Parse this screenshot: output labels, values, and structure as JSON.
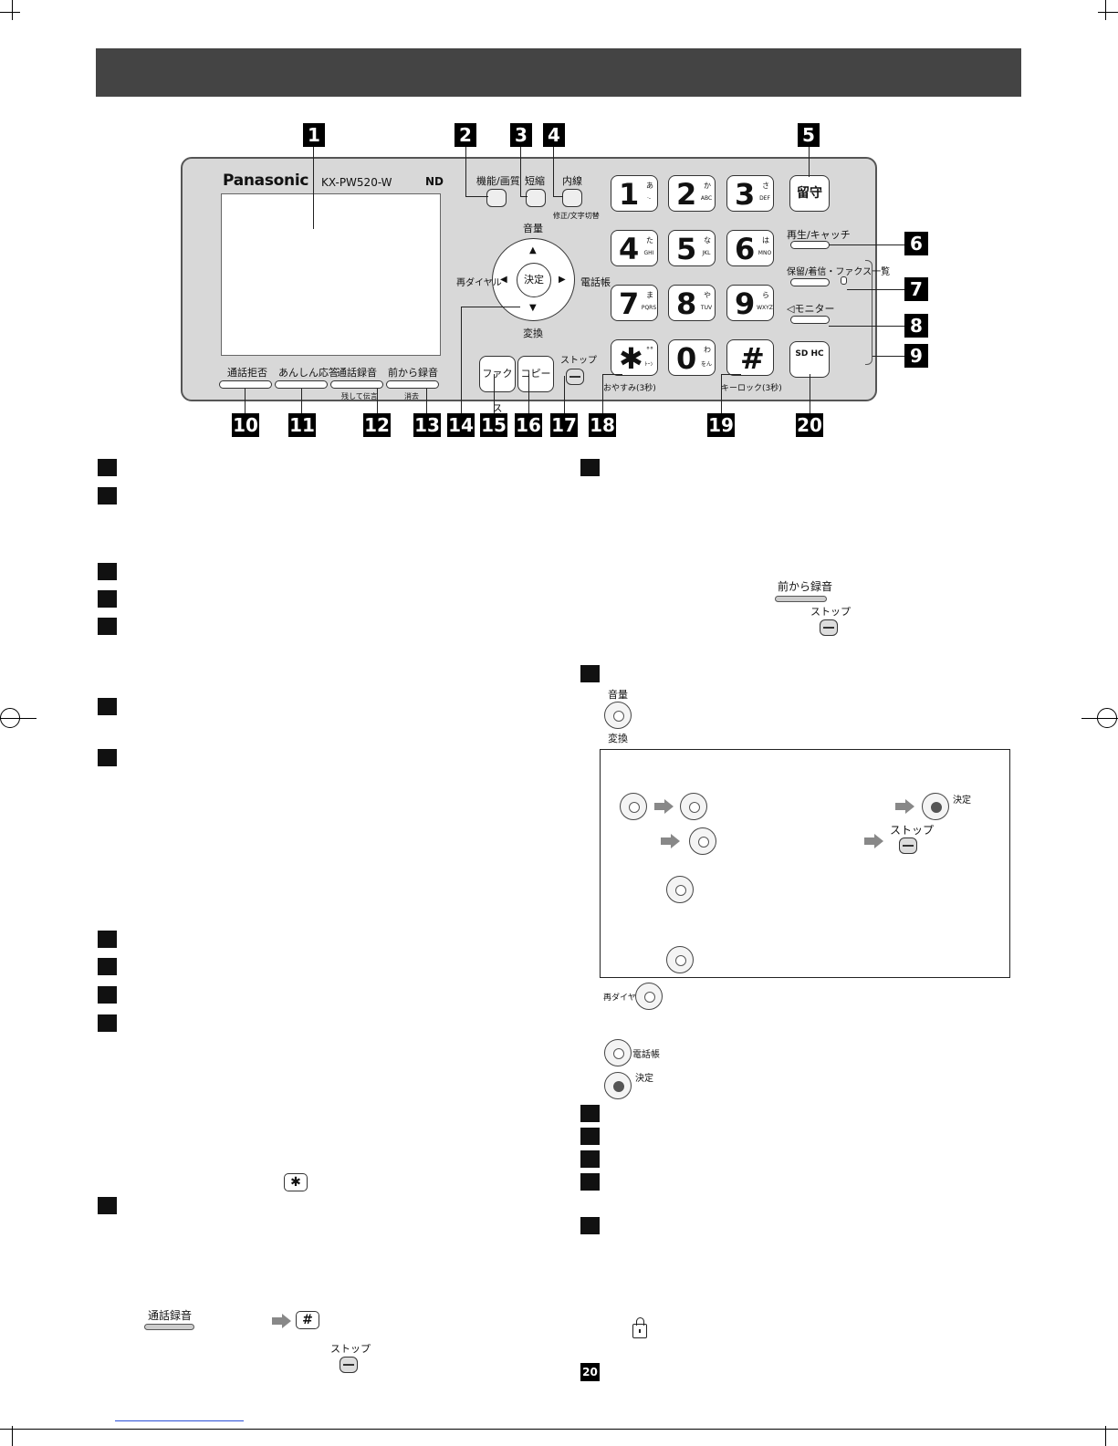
{
  "device": {
    "brand": "Panasonic",
    "model": "KX-PW520-W",
    "mark": "ND"
  },
  "callout_numbers": [
    "1",
    "2",
    "3",
    "4",
    "5",
    "6",
    "7",
    "8",
    "9",
    "10",
    "11",
    "12",
    "13",
    "14",
    "15",
    "16",
    "17",
    "18",
    "19",
    "20"
  ],
  "top_buttons": {
    "function": "機能/画質",
    "speed_dial": "短縮",
    "intercom": "内線",
    "intercom_sub": "修正/文字切替",
    "answering": "留守"
  },
  "keypad": [
    {
      "digit": "1",
      "kana": "あ",
      "sub": "·-"
    },
    {
      "digit": "2",
      "kana": "か",
      "sub": "ABC"
    },
    {
      "digit": "3",
      "kana": "さ",
      "sub": "DEF"
    },
    {
      "digit": "4",
      "kana": "た",
      "sub": "GHI"
    },
    {
      "digit": "5",
      "kana": "な",
      "sub": "JKL"
    },
    {
      "digit": "6",
      "kana": "は",
      "sub": "MNO"
    },
    {
      "digit": "7",
      "kana": "ま",
      "sub": "PQRS"
    },
    {
      "digit": "8",
      "kana": "や",
      "sub": "TUV"
    },
    {
      "digit": "9",
      "kana": "ら",
      "sub": "WXYZ"
    },
    {
      "digit": "✱",
      "kana": "°°",
      "sub": "ﾄｰﾝ"
    },
    {
      "digit": "0",
      "kana": "わ",
      "sub": "をん"
    },
    {
      "digit": "#",
      "kana": "",
      "sub": ""
    }
  ],
  "right_side": {
    "playback": "再生/キャッチ",
    "hold": "保留/着信・ファクス一覧",
    "monitor": "◁モニター",
    "sd": "SD HC"
  },
  "dpad": {
    "up": "音量",
    "down": "変換",
    "left": "再ダイヤル",
    "right": "電話帳",
    "center": "決定"
  },
  "bottom_buttons": {
    "reject": "通話拒否",
    "anshin": "あんしん応答",
    "record": "通話録音",
    "record_sub": "残して伝言",
    "pre_record": "前から録音",
    "pre_record_sub": "消去",
    "fax": "ファクス",
    "copy": "コピー",
    "stop": "ストップ",
    "oyasumi": "おやすみ(3秒)",
    "keylock": "キーロック(3秒)"
  },
  "refs": {
    "pre_record": "前から録音",
    "stop": "ストップ",
    "volume": "音量",
    "convert": "変換",
    "decide": "決定",
    "redial": "再ダイヤル",
    "phonebook": "電話帳",
    "call_record": "通話録音"
  }
}
